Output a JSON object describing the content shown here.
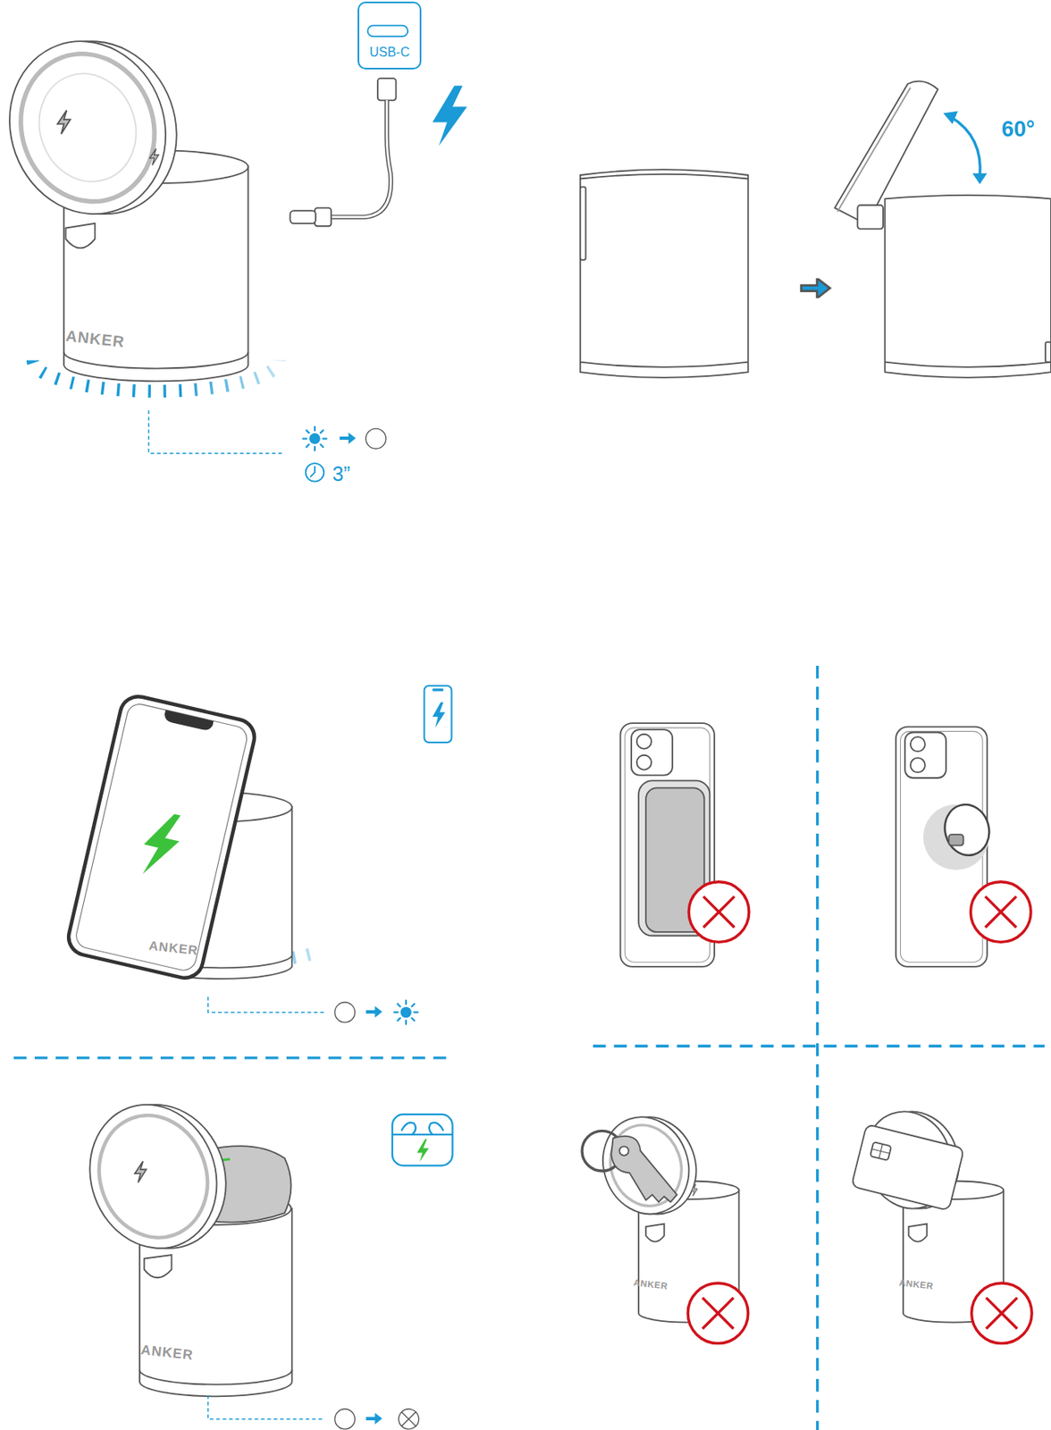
{
  "diagram": {
    "nodes": [
      {
        "text": [
          "USB-C"
        ]
      }
    ],
    "labels": [
      "ANKER",
      "3”",
      "60°",
      "ANKER",
      "ANKER",
      "ANKER",
      "ANKER"
    ]
  }
}
